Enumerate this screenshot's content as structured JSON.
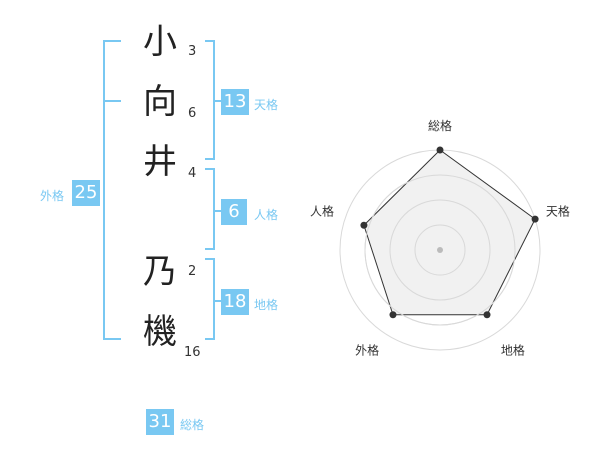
{
  "name": {
    "chars": [
      {
        "char": "小",
        "strokes": "3"
      },
      {
        "char": "向",
        "strokes": "6"
      },
      {
        "char": "井",
        "strokes": "4"
      },
      {
        "char": "乃",
        "strokes": "2"
      },
      {
        "char": "機",
        "strokes": "16"
      }
    ]
  },
  "kaku": {
    "tenkaku": {
      "value": "13",
      "label": "天格"
    },
    "jinkaku": {
      "value": "6",
      "label": "人格"
    },
    "chikaku": {
      "value": "18",
      "label": "地格"
    },
    "gaikaku": {
      "value": "25",
      "label": "外格"
    },
    "soukaku": {
      "value": "31",
      "label": "総格"
    }
  },
  "chart_data": {
    "type": "radar",
    "axes": [
      "総格",
      "天格",
      "地格",
      "外格",
      "人格"
    ],
    "values": [
      1.0,
      1.0,
      0.8,
      0.8,
      0.8
    ],
    "max": 1,
    "rings": 4,
    "colors": {
      "line": "#333333",
      "fill": "#eeeeee",
      "ring": "#d9d9d9",
      "center": "#bbbbbb"
    }
  },
  "colors": {
    "accent": "#79c8f2"
  }
}
